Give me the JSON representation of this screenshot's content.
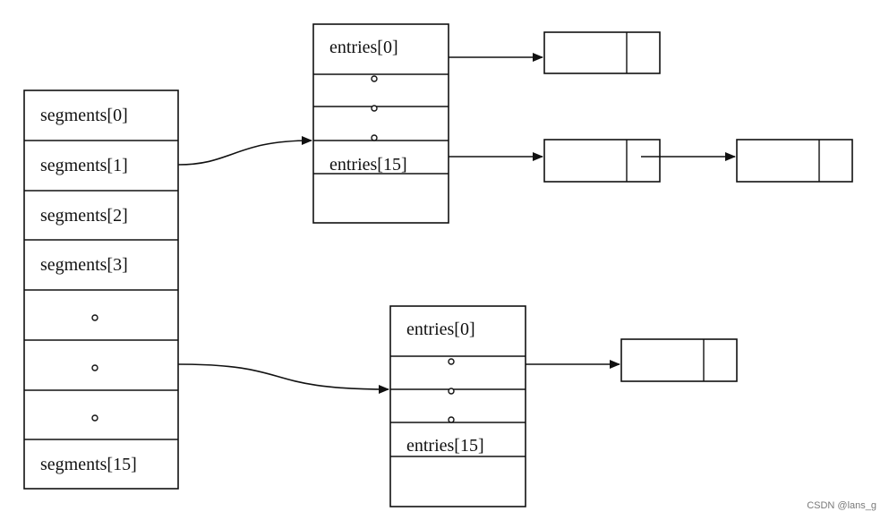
{
  "segments": {
    "labels": [
      "segments[0]",
      "segments[1]",
      "segments[2]",
      "segments[3]",
      "",
      "",
      "",
      "segments[15]"
    ]
  },
  "table_top": {
    "labels": [
      "entries[0]",
      "",
      "",
      "entries[15]",
      ""
    ]
  },
  "table_bottom": {
    "labels": [
      "entries[0]",
      "",
      "",
      "entries[15]",
      ""
    ]
  },
  "watermark": "CSDN @lans_g"
}
